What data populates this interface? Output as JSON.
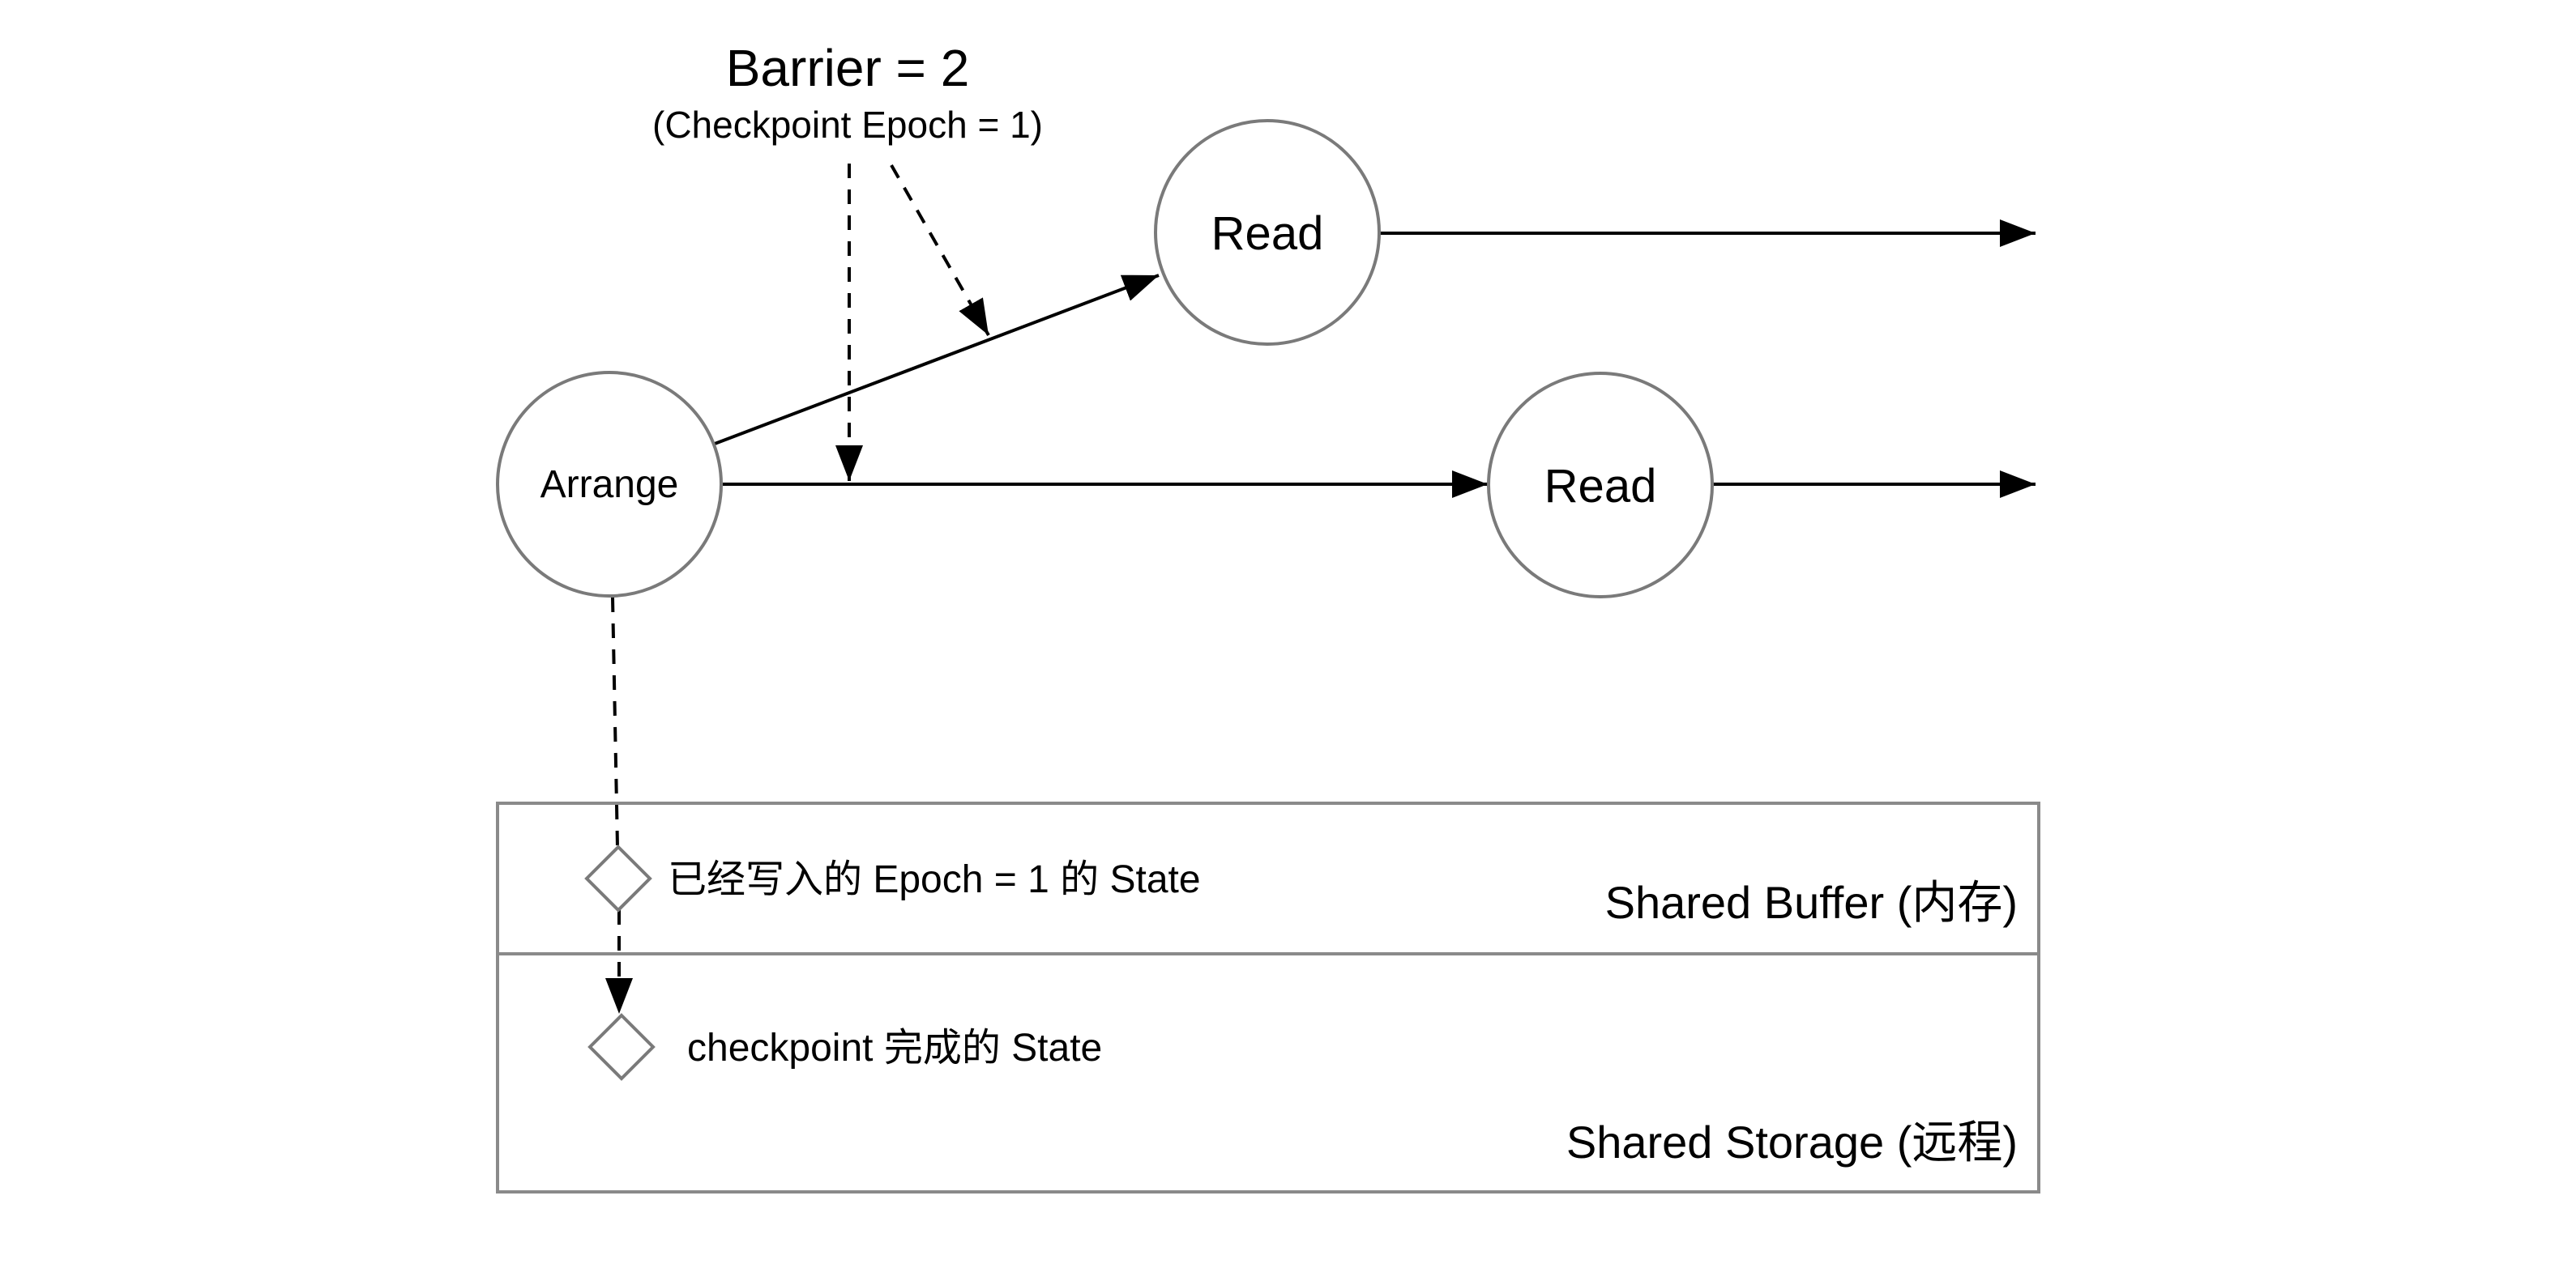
{
  "barrier": {
    "title": "Barrier = 2",
    "subtitle": "(Checkpoint Epoch = 1)"
  },
  "nodes": {
    "arrange": "Arrange",
    "read_top": "Read",
    "read_bottom": "Read"
  },
  "regions": {
    "shared_buffer": {
      "title": "Shared Buffer (内存)",
      "item_label": "已经写入的 Epoch = 1 的 State",
      "item_icon": "diamond-icon"
    },
    "shared_storage": {
      "title": "Shared Storage (远程)",
      "item_label": "checkpoint 完成的 State",
      "item_icon": "diamond-icon"
    }
  },
  "colors": {
    "outline": "#7a7a7a",
    "line": "#000000",
    "background": "#ffffff"
  }
}
